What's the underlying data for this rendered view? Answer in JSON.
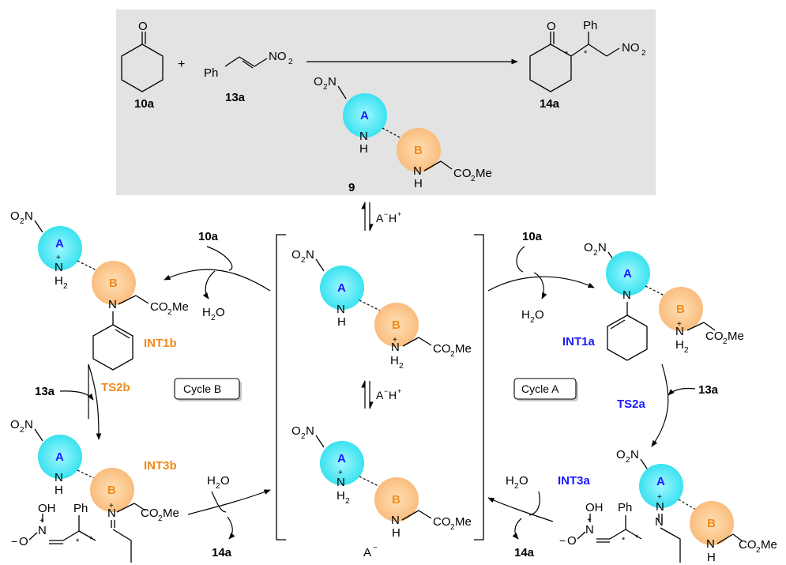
{
  "colors": {
    "cyan": "#3fe6f0",
    "orange_ball": "#fbc585",
    "label_blue": "#1a1aff",
    "label_orange": "#f08a1c",
    "panel_gray": "#e3e3e3"
  },
  "compounds": {
    "cyclohexanone": "10a",
    "nitrostyrene": "13a",
    "product": "14a",
    "catalyst": "9"
  },
  "labels": {
    "ph": "Ph",
    "no2": "NO",
    "no2_sub": "2",
    "o2n_o": "O",
    "o2n_sub": "2",
    "o2n_n": "N",
    "o": "O",
    "plus_sign": "+",
    "star": "*",
    "ring_a": "A",
    "ring_b": "B",
    "nh": "NH",
    "n": "N",
    "h": "H",
    "h2": "H",
    "h2_sub": "2",
    "co2me_1": "CO",
    "co2me_sub": "2",
    "co2me_2": "Me",
    "water": "H",
    "water_sub": "2",
    "water_o": "O",
    "acid": "A",
    "acid_sup1": "−",
    "acid_h": "H",
    "acid_sup2": "+",
    "anion": "A",
    "anion_sup": "−",
    "oh": "OH",
    "minus": "−",
    "o_minus": "O"
  },
  "intermediates": {
    "int1a": "INT1a",
    "int1b": "INT1b",
    "int3a": "INT3a",
    "int3b": "INT3b",
    "ts2a": "TS2a",
    "ts2b": "TS2b"
  },
  "cycles": {
    "a": "Cycle A",
    "b": "Cycle B"
  }
}
